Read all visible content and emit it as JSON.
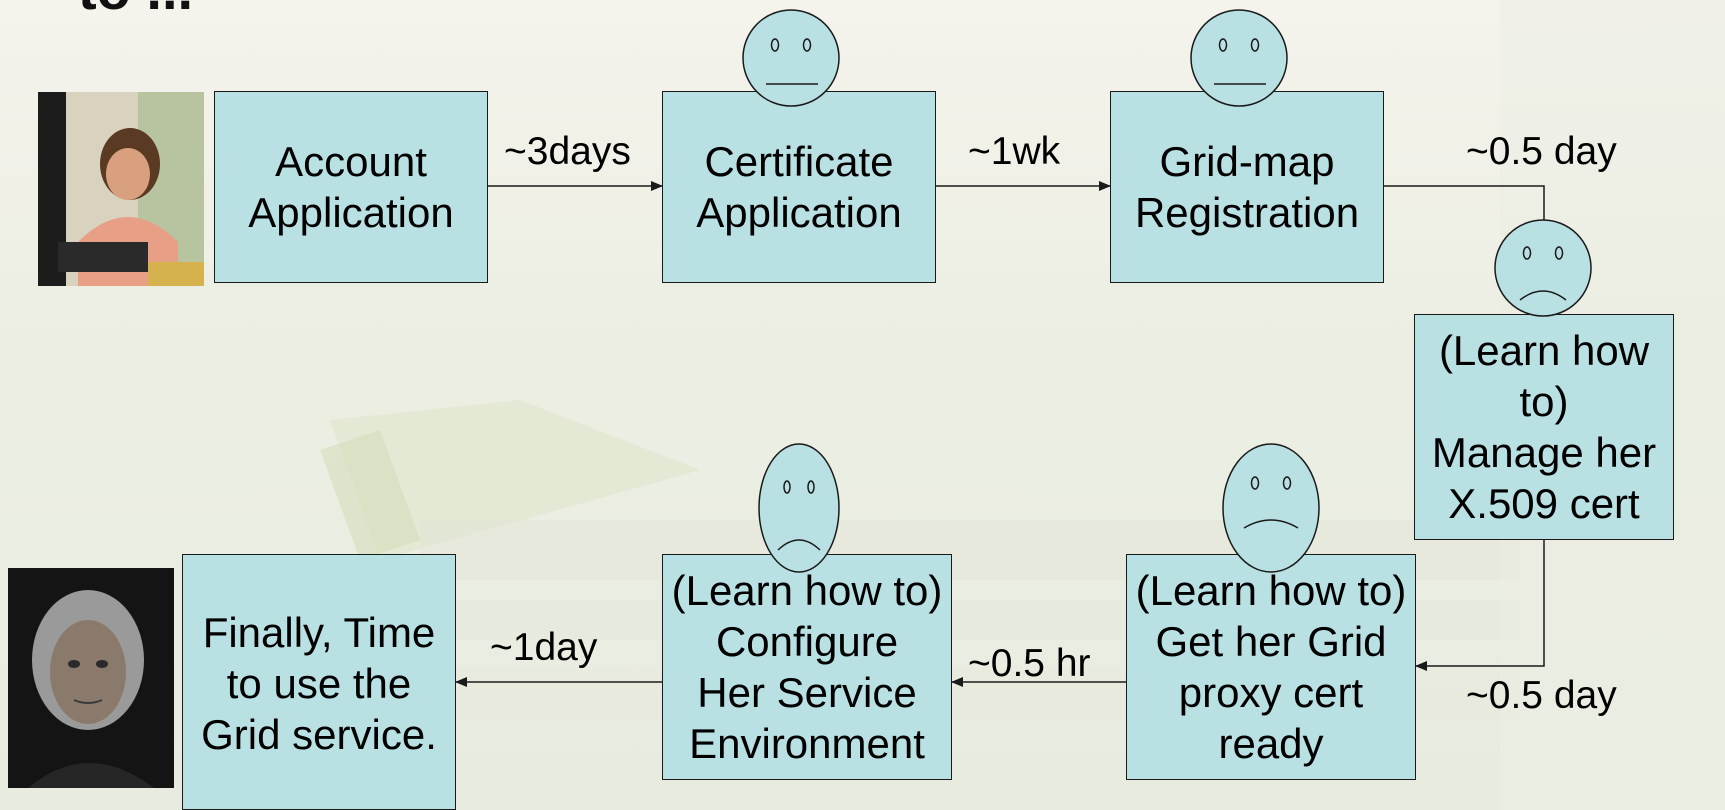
{
  "heading": "to ...",
  "boxes": {
    "account": "Account\nApplication",
    "certificate": "Certificate\nApplication",
    "gridmap": "Grid-map\nRegistration",
    "manage": "(Learn how to)\nManage her\nX.509 cert",
    "proxy": "(Learn how to)\nGet her Grid\nproxy cert\nready",
    "configure": "(Learn how to)\nConfigure\nHer Service\nEnvironment",
    "finally": "Finally, Time\nto use the\nGrid service."
  },
  "labels": {
    "account_to_cert": "~3days",
    "cert_to_gridmap": "~1wk",
    "gridmap_to_manage": "~0.5 day",
    "manage_to_proxy": "~0.5 day",
    "proxy_to_configure": "~0.5 hr",
    "configure_to_finally": "~1day"
  },
  "faces": [
    "neutral-face-icon",
    "neutral-face-icon",
    "sad-face-icon",
    "sad-face-icon",
    "sad-face-icon"
  ],
  "colors": {
    "box_fill": "#b9e0e3",
    "face_fill": "#b9e0e3",
    "line": "#1a1a1a"
  }
}
